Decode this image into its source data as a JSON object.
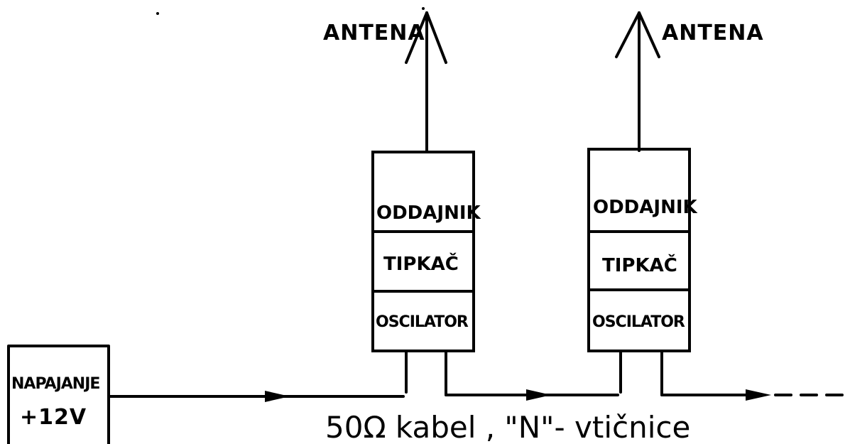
{
  "antenna_left_label": "ANTENA",
  "antenna_right_label": "ANTENA",
  "unit_left": {
    "transmitter": "ODDAJNIK",
    "keyer": "TIPKAČ",
    "oscillator": "OSCILATOR"
  },
  "unit_right": {
    "transmitter": "ODDAJNIK",
    "keyer": "TIPKAČ",
    "oscillator": "OSCILATOR"
  },
  "power_supply": {
    "name": "NAPAJANJE",
    "voltage": "+12V"
  },
  "cable_caption": "50Ω kabel , \"N\"- vtičnice"
}
